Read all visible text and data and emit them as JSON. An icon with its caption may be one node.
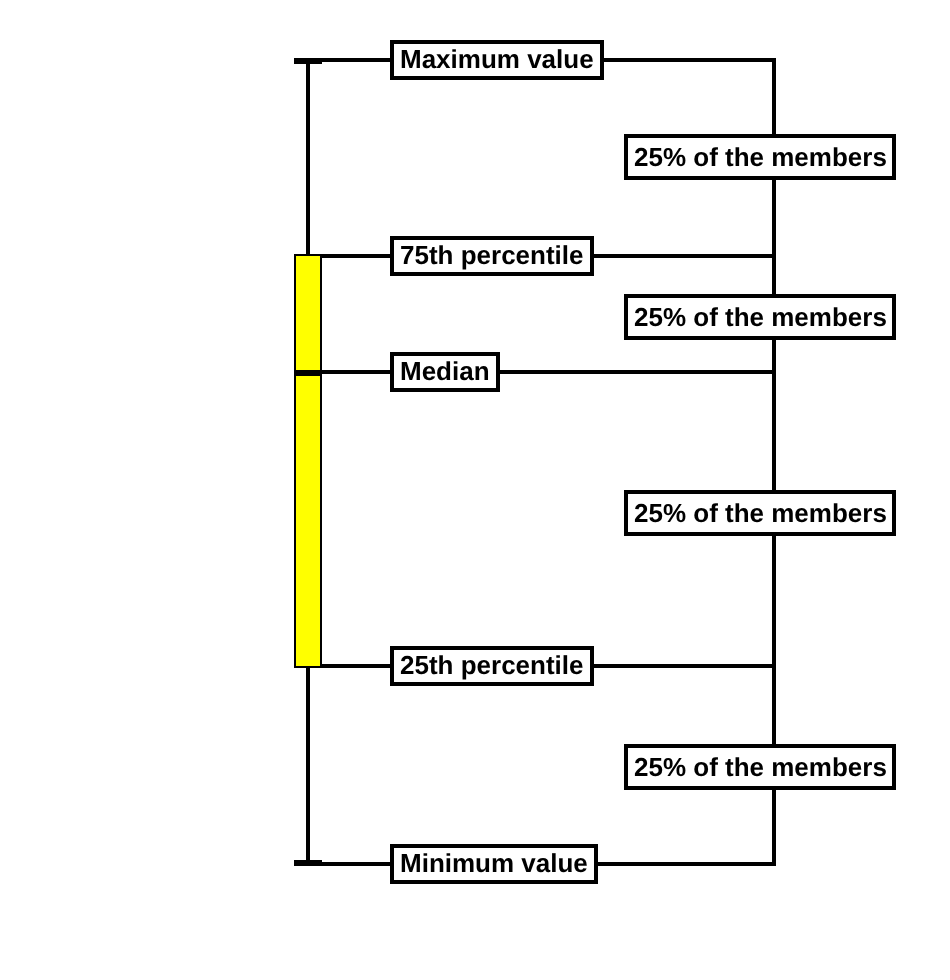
{
  "diagram": {
    "nodes": [
      {
        "text": [],
        "shape": "line"
      },
      {
        "text": [
          "Maximum value"
        ]
      },
      {
        "text": [
          "25% of the members"
        ]
      },
      {
        "text": [],
        "shape": "box"
      },
      {
        "text": [
          "75th percentile"
        ]
      },
      {
        "text": [
          "25% of the members"
        ]
      },
      {
        "text": [],
        "shape": "line",
        "in": 3
      },
      {
        "text": [
          "Median"
        ]
      },
      {
        "text": [
          "25% of the members"
        ]
      },
      {
        "text": [
          "25th percentile"
        ]
      },
      {
        "text": [
          "25% of the members"
        ]
      },
      {
        "text": [],
        "shape": "line"
      },
      {
        "text": [
          "Minimum value"
        ]
      }
    ],
    "edges": [
      {
        "from": 1,
        "to": 0,
        "arrow": "none"
      },
      {
        "from": 1,
        "to": 2,
        "arrow": "none"
      },
      {
        "from": 2,
        "to": 4,
        "arrow": "none"
      },
      {
        "from": 4,
        "to": 3,
        "arrow": "none"
      },
      {
        "from": 4,
        "to": 5,
        "arrow": "none"
      },
      {
        "from": 5,
        "to": 7,
        "arrow": "none"
      },
      {
        "from": 7,
        "to": 6,
        "arrow": "none"
      },
      {
        "from": 7,
        "to": 8,
        "arrow": "none"
      },
      {
        "from": 8,
        "to": 9,
        "arrow": "none"
      },
      {
        "from": 9,
        "to": 3,
        "arrow": "none"
      },
      {
        "from": 9,
        "to": 10,
        "arrow": "none"
      },
      {
        "from": 10,
        "to": 12,
        "arrow": "none"
      },
      {
        "from": 12,
        "to": 11,
        "arrow": "none"
      }
    ]
  }
}
